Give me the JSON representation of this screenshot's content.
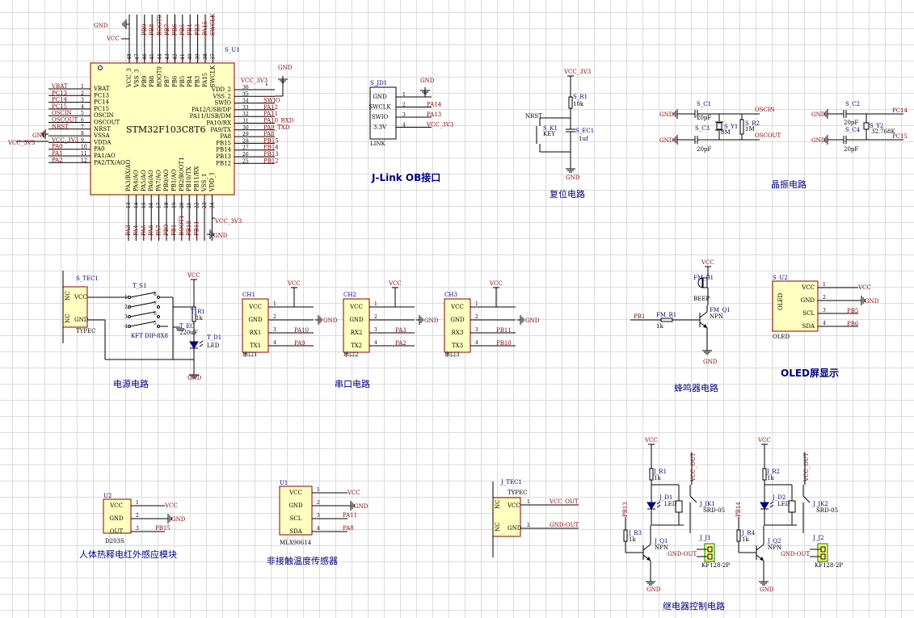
{
  "mcu": {
    "ref": "S_U1",
    "part": "STM32F103C8T6",
    "left_nets": [
      "VBAT",
      "PC13",
      "PC14",
      "PC15",
      "OSCIN",
      "OSCOUT",
      "NRST",
      "",
      "VCC_3V3",
      "PA0",
      "PA1",
      "PA2"
    ],
    "left_pins": [
      "VBAT",
      "PC13",
      "PC14",
      "PC15",
      "OSCIN",
      "OSCOUT",
      "NRST",
      "VSSA",
      "VDDA",
      "PA0",
      "PA1/AO",
      "PA2/TX/AO"
    ],
    "left_nums": [
      "1",
      "2",
      "3",
      "4",
      "5",
      "6",
      "7",
      "8",
      "9",
      "10",
      "11",
      "12"
    ],
    "right_nets": [
      "VCC_3V3",
      "",
      "SWIO",
      "PA12",
      "PA11",
      "PA10_RXD",
      "PA9_TXD",
      "PA8",
      "PB15",
      "PB14",
      "PB13",
      "PB12"
    ],
    "right_pins": [
      "VDD_2",
      "VSS_2",
      "SWIO",
      "PA12/USB/DP",
      "PA11/USB/DM",
      "PA10/RX",
      "PA9/TX",
      "PA8",
      "PB15",
      "PB14",
      "PB13",
      "PB12"
    ],
    "right_nums": [
      "36",
      "35",
      "34",
      "33",
      "32",
      "31",
      "30",
      "29",
      "28",
      "27",
      "26",
      "25"
    ],
    "top_nets": [
      "GND",
      "VCC",
      "PB9",
      "PB8",
      "BOOT0",
      "PB7",
      "PB6",
      "PB5",
      "PB4",
      "PB3",
      "PA15",
      "SWCLK"
    ],
    "top_pins": [
      "VCC_3",
      "VSS_3",
      "PB9",
      "PB8",
      "BOOT0",
      "PB7",
      "PB6",
      "PB5",
      "PB4",
      "PB3",
      "PA15",
      "SWCLK"
    ],
    "top_nums": [
      "48",
      "47",
      "46",
      "45",
      "44",
      "43",
      "42",
      "41",
      "40",
      "39",
      "38",
      "37"
    ],
    "bottom_nets": [
      "PA3",
      "PA4",
      "PA5",
      "PA6",
      "PA7",
      "PB0",
      "PB1",
      "BOOT1",
      "PB10",
      "PB11",
      "",
      ""
    ],
    "bottom_pins": [
      "PA3/RX/AO",
      "PA4/AO",
      "PA5/AO",
      "PA6/AO",
      "PA7/AO",
      "PB0/AO",
      "PB1/AO",
      "PB2/BOOT1",
      "PB10/TX",
      "PB11/RX",
      "VSS_1",
      "VDD_1"
    ],
    "bottom_nums": [
      "13",
      "14",
      "15",
      "16",
      "17",
      "18",
      "19",
      "20",
      "21",
      "22",
      "23",
      "24"
    ],
    "gnd": "GND",
    "vcc": "VCC",
    "vcc33": "VCC_3V3"
  },
  "jlink": {
    "ref": "S_JD1",
    "name": "LINK",
    "pins": [
      "GND",
      "SWCLK",
      "SWIO",
      "3.3V"
    ],
    "nets": [
      "",
      "PA14",
      "PA13",
      "VCC_3V3"
    ],
    "title": "J-Link OB接口"
  },
  "reset": {
    "vcc": "VCC_3V3",
    "r": "S_R1",
    "rval": "10k",
    "nrst": "NRST",
    "key_ref": "S_K1",
    "key": "KEY",
    "cap_ref": "S_EC1",
    "cap_val": "1uf",
    "gnd": "GND",
    "title": "复位电路"
  },
  "crystal": {
    "c1": "S_C1",
    "c3": "S_C3",
    "y1": "S_Y1",
    "r2": "S_R2",
    "y1val": "8M",
    "r2val": "1M",
    "capval": "20pF",
    "oscin": "OSCIN",
    "oscout": "OSCOUT",
    "c2": "S_C2",
    "c4": "S_C4",
    "y2": "S_Y2",
    "y2val": "32.768K",
    "pc14": "PC14",
    "pc15": "PC15",
    "gnd": "GND",
    "title": "晶振电路"
  },
  "power": {
    "tec": "S_TEC1",
    "tec_type": "TYPEC",
    "vcc": "VCC",
    "nc": "NC",
    "sw": "T_S1",
    "sw_part": "KFT DIP-8X8",
    "r": "T_R1",
    "rval": "1k",
    "cap": "T_EC",
    "cap_val": "220uF",
    "led": "T_D1",
    "led_val": "LED",
    "gnd": "GND",
    "title": "电源电路"
  },
  "uart": {
    "blocks": [
      {
        "ref": "CH1",
        "name": "串口1",
        "pins": [
          "VCC",
          "GND",
          "RX1",
          "TX1"
        ],
        "nets": [
          "",
          "",
          "PA10",
          "PA9"
        ]
      },
      {
        "ref": "CH2",
        "name": "串口2",
        "pins": [
          "VCC",
          "GND",
          "RX2",
          "TX2"
        ],
        "nets": [
          "",
          "",
          "PA3",
          "PA2"
        ]
      },
      {
        "ref": "CH3",
        "name": "串口3",
        "pins": [
          "VCC",
          "GND",
          "RX3",
          "TX3"
        ],
        "nets": [
          "",
          "",
          "PB11",
          "PB10"
        ]
      }
    ],
    "vcc": "VCC",
    "gnd": "GND",
    "title": "串口电路"
  },
  "buzzer": {
    "vcc": "VCC",
    "b": "FM_B1",
    "b_val": "BEEP",
    "r": "FM_R1",
    "rval": "1k",
    "pin": "PB1",
    "q": "FM_Q1",
    "qtype": "NPN",
    "gnd": "GND",
    "title": "蜂鸣器电路"
  },
  "oled": {
    "ref": "S_U2",
    "name": "OLED",
    "label": "OLED",
    "pins": [
      "VCC",
      "GND",
      "SCL",
      "SDA"
    ],
    "nets": [
      "VCC",
      "GND",
      "PB5",
      "PB6"
    ],
    "title": "OLED屏显示"
  },
  "pir": {
    "ref": "U2",
    "name": "D203S",
    "pins": [
      "VCC",
      "GND",
      "OUT"
    ],
    "nets": [
      "VCC",
      "GND",
      "PB15"
    ],
    "title": "人体热释电红外感应模块"
  },
  "mlx": {
    "ref": "U1",
    "name": "MLX90614",
    "pins": [
      "VCC",
      "GND",
      "SCL",
      "SDA"
    ],
    "nets": [
      "VCC",
      "GND",
      "PA11",
      "PA8"
    ],
    "title": "非接触温度传感器"
  },
  "typec2": {
    "ref": "J_TEC1",
    "type": "TYPEC",
    "nc": "NC",
    "pins": [
      "VCC",
      "GND"
    ],
    "nets": [
      "VCC_OUT",
      "GND-OUT"
    ]
  },
  "relay": {
    "vcc": "VCC",
    "vcc_out": "VCC_OUT",
    "gnd": "GND",
    "gnd_out": "GND-OUT",
    "ch": [
      {
        "r1": "J_R1",
        "d": "J_D1",
        "led": "LED",
        "jk": "J_JK1",
        "jk_part": "SRD-05",
        "pin": "PB13",
        "r3": "J_R3",
        "q": "J_Q1",
        "j": "J_J1"
      },
      {
        "r1": "J_R2",
        "d": "J_D2",
        "led": "LED",
        "jk": "J_JK2",
        "jk_part": "SRD-05",
        "pin": "PB14",
        "r3": "J_R4",
        "q": "J_Q2",
        "j": "J_J2"
      }
    ],
    "rval": "1k",
    "qtype": "NPN",
    "jpart": "KF128-2P",
    "title": "继电器控制电路"
  }
}
